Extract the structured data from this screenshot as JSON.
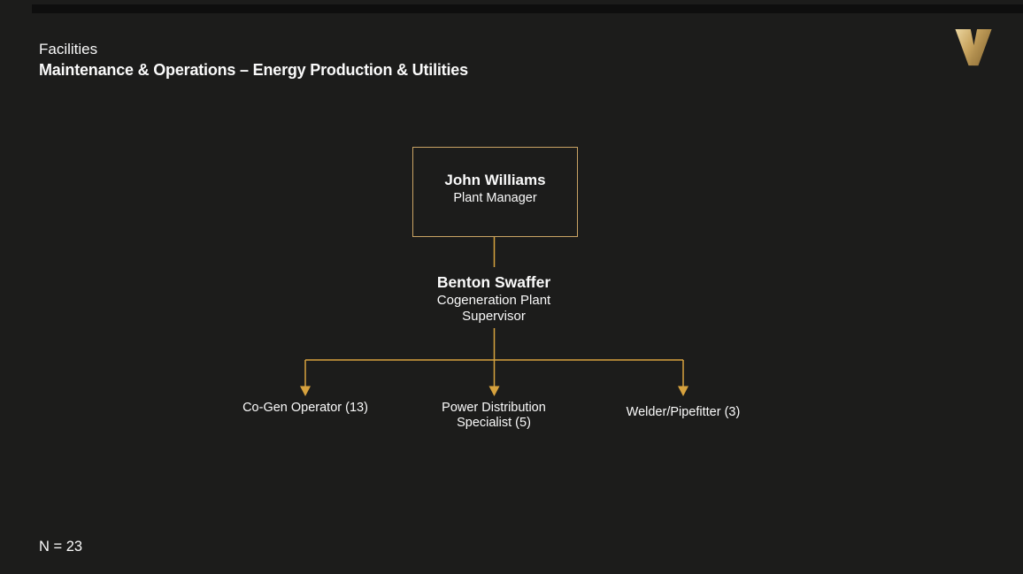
{
  "theme": {
    "colors": {
      "background": "#1c1c1b",
      "top-bar": "#0e0e0e",
      "text": "#fafafa",
      "connector": "#d7a23e",
      "box-border": "#c9a364",
      "logo-light": "#ecd7a1",
      "logo-mid": "#c7a35e",
      "logo-dark": "#8a6a33"
    }
  },
  "header": {
    "eyebrow": "Facilities",
    "title": "Maintenance & Operations – Energy Production & Utilities"
  },
  "org_chart": {
    "root": {
      "name": "John Williams",
      "title": "Plant Manager"
    },
    "supervisor": {
      "name": "Benton Swaffer",
      "title": "Cogeneration Plant Supervisor"
    },
    "reports": [
      {
        "label": "Co-Gen Operator (13)"
      },
      {
        "label": "Power Distribution Specialist (5)"
      },
      {
        "label": "Welder/Pipefitter (3)"
      }
    ]
  },
  "footer": {
    "count": "N = 23"
  }
}
